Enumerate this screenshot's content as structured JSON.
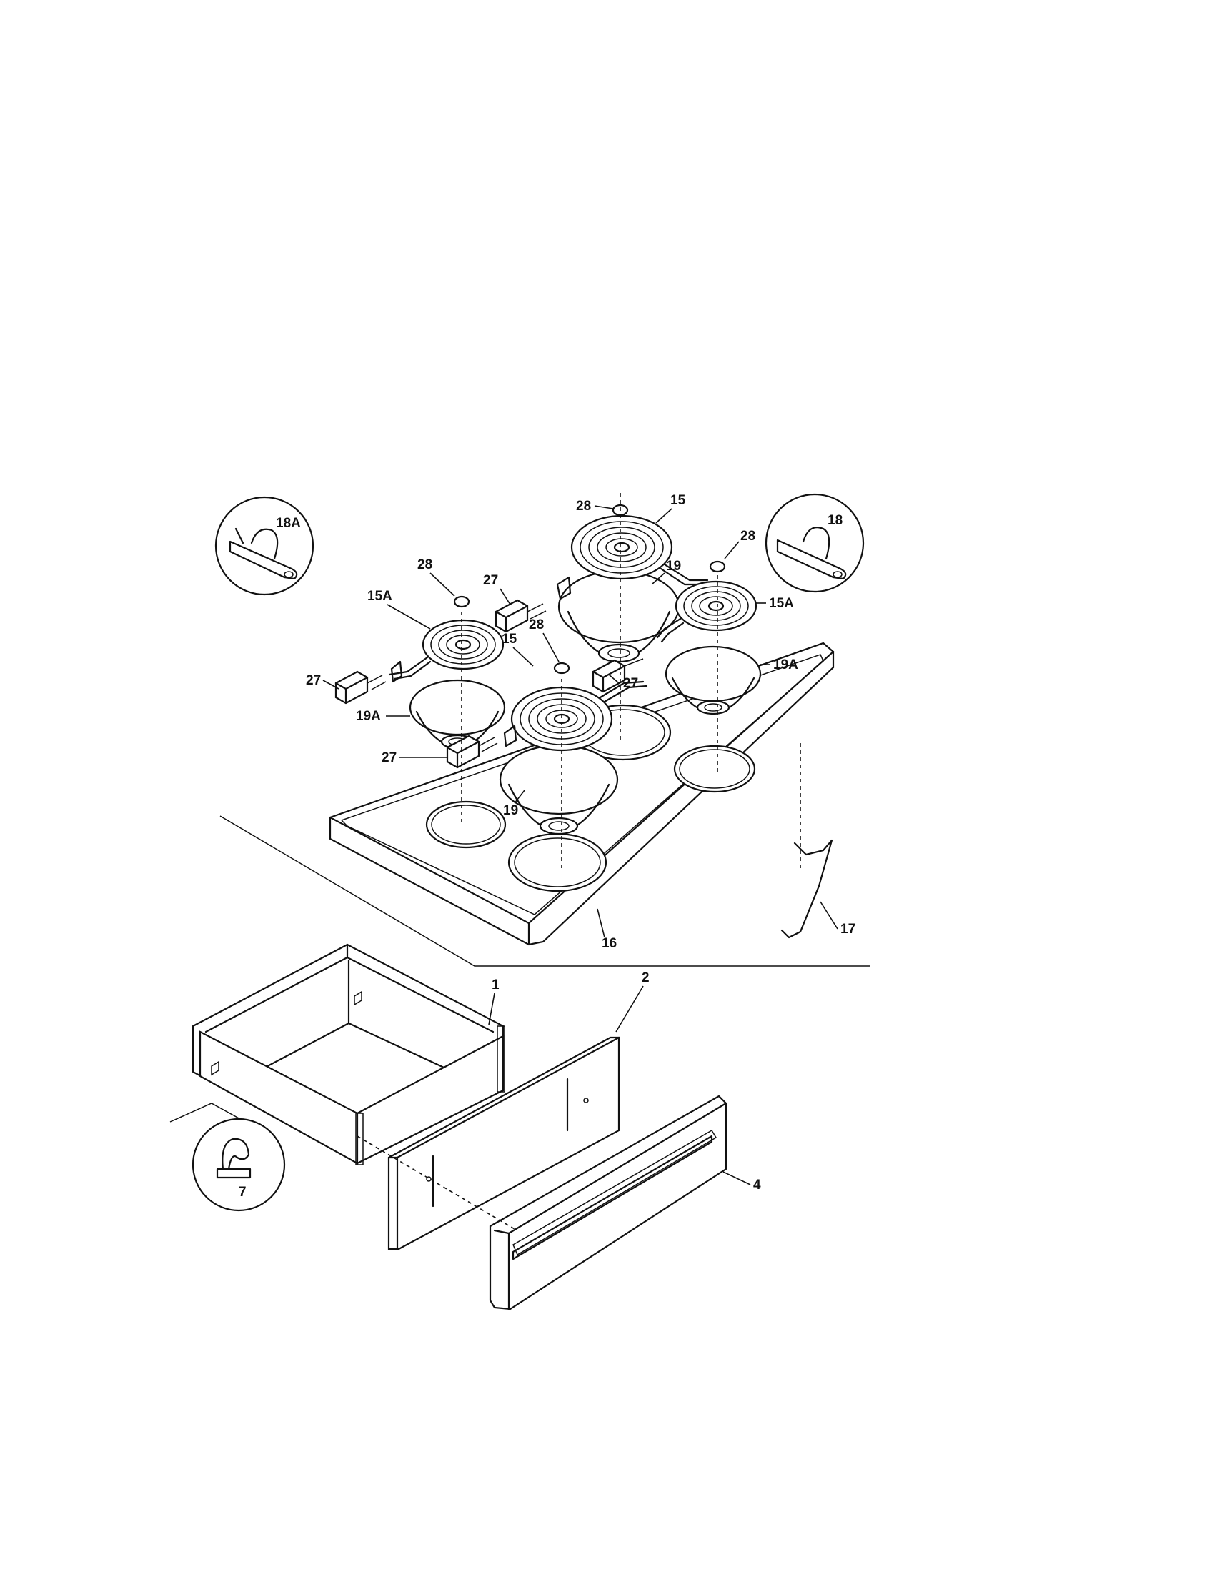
{
  "callouts": {
    "c15_top": "15",
    "c15_center": "15",
    "c15A_left": "15A",
    "c15A_right": "15A",
    "c16": "16",
    "c17": "17",
    "c18": "18",
    "c18A": "18A",
    "c19_top": "19",
    "c19_front": "19",
    "c19A_left": "19A",
    "c19A_right": "19A",
    "c27_left": "27",
    "c27_upper": "27",
    "c27_right": "27",
    "c27_front": "27",
    "c28_top": "28",
    "c28_left": "28",
    "c28_center": "28",
    "c28_right": "28",
    "c1": "1",
    "c2": "2",
    "c4": "4",
    "c7": "7"
  }
}
